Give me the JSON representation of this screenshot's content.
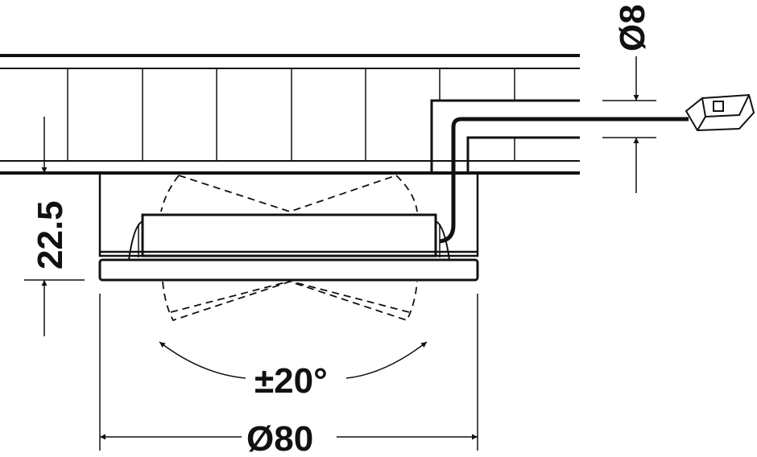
{
  "dimensions": {
    "cable_diameter": "Ø8",
    "height": "22.5",
    "tilt_angle": "±20°",
    "outer_diameter": "Ø80"
  },
  "colors": {
    "line": "#111111",
    "background": "#ffffff"
  }
}
